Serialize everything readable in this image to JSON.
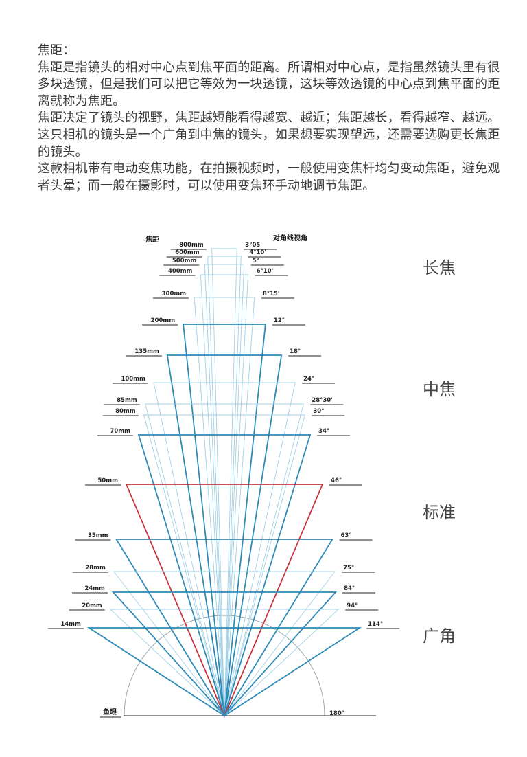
{
  "intro": {
    "heading": "焦距：",
    "p1": "焦距是指镜头的相对中心点到焦平面的距离。所谓相对中心点，是指虽然镜头里有很多块透镜，但是我们可以把它等效为一块透镜，这块等效透镜的中心点到焦平面的距离就称为焦距。",
    "p2": "焦距决定了镜头的视野，焦距越短能看得越宽、越近；焦距越长，看得越窄、越远。这只相机的镜头是一个广角到中焦的镜头，如果想要实现望远，还需要选购更长焦距的镜头。",
    "p3": "这款相机带有电动变焦功能，在拍摄视频时，一般使用变焦杆均匀变动焦距，避免观者头晕；而一般在摄影时，可以使用变焦环手动地调节焦距。"
  },
  "diagram": {
    "header_left": "焦距",
    "header_right": "对角线视角",
    "fisheye_label": "鱼眼",
    "fisheye_angle": "180°",
    "colors": {
      "thin": "#9fd0e6",
      "bold": "#2c8ab8",
      "red": "#c8343a"
    },
    "lenses": [
      {
        "focal": "800mm",
        "angle": "3°05'",
        "style": "thin"
      },
      {
        "focal": "600mm",
        "angle": "4°10'",
        "style": "thin"
      },
      {
        "focal": "500mm",
        "angle": "5°",
        "style": "thin"
      },
      {
        "focal": "400mm",
        "angle": "6°10'",
        "style": "thin"
      },
      {
        "focal": "300mm",
        "angle": "8°15'",
        "style": "thin"
      },
      {
        "focal": "200mm",
        "angle": "12°",
        "style": "bold"
      },
      {
        "focal": "135mm",
        "angle": "18°",
        "style": "bold"
      },
      {
        "focal": "100mm",
        "angle": "24°",
        "style": "thin"
      },
      {
        "focal": "85mm",
        "angle": "28°30'",
        "style": "thin"
      },
      {
        "focal": "80mm",
        "angle": "30°",
        "style": "thin"
      },
      {
        "focal": "70mm",
        "angle": "34°",
        "style": "bold"
      },
      {
        "focal": "50mm",
        "angle": "46°",
        "style": "red"
      },
      {
        "focal": "35mm",
        "angle": "63°",
        "style": "bold"
      },
      {
        "focal": "28mm",
        "angle": "75°",
        "style": "thin"
      },
      {
        "focal": "24mm",
        "angle": "84°",
        "style": "bold"
      },
      {
        "focal": "20mm",
        "angle": "94°",
        "style": "thin"
      },
      {
        "focal": "14mm",
        "angle": "114°",
        "style": "bold"
      }
    ],
    "categories": [
      "长焦",
      "中焦",
      "标准",
      "广角"
    ]
  }
}
